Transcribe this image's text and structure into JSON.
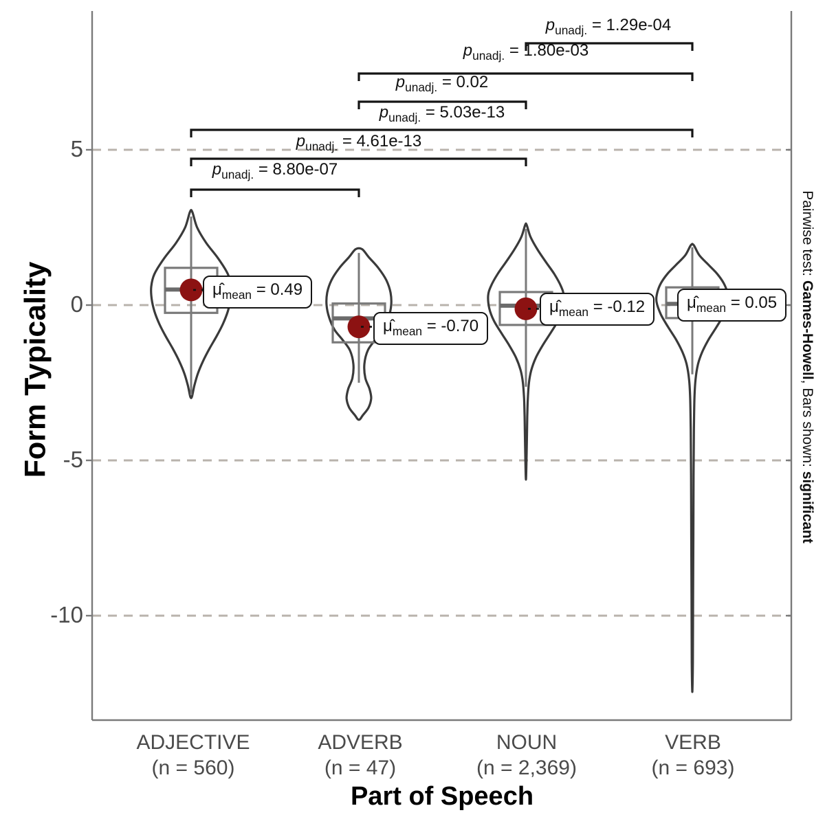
{
  "figure": {
    "y_axis": {
      "title": "Form Typicality",
      "ticks": [
        "5",
        "0",
        "-5",
        "-10"
      ]
    },
    "x_axis": {
      "title": "Part of Speech"
    },
    "caption": {
      "part1": "Pairwise test: ",
      "test": "Games-Howell",
      "part2": ", Bars shown: ",
      "emph": "significant"
    },
    "stats": {
      "p_letter": "p",
      "p_sub": "unadj.",
      "mu": "μ̂",
      "mean_sub": "mean"
    }
  },
  "colors": {
    "mean_point": "#8c1212",
    "violin_outline": "#3a3a3a",
    "box": "#7a7a7a",
    "median": "#6b6b6b",
    "bracket": "#141414",
    "grid": "#b9b3ac",
    "axis": "#7a7a7a",
    "tick_text": "#4a4a4a"
  },
  "chart_data": {
    "type": "violin",
    "subtype": "violin+box+mean (ggstatsplot ggbetweenstats style)",
    "title": "",
    "xlabel": "Part of Speech",
    "ylabel": "Form Typicality",
    "yticks": [
      5,
      0,
      -5,
      -10
    ],
    "ylim": [
      -13.4,
      9.5
    ],
    "grid": "dashed horizontal gridlines at yticks",
    "legend_position": "none",
    "caption_text": "Pairwise test: Games-Howell, Bars shown: significant",
    "groups": [
      {
        "label": "ADJECTIVE",
        "n": 560,
        "n_label": "(n = 560)",
        "mean": 0.49,
        "mean_text": " = 0.49",
        "median": 0.5,
        "q1": -0.25,
        "q3": 1.2,
        "whisker_low": -2.9,
        "whisker_high": 2.85,
        "violin_min": -2.95,
        "violin_max": 3.0,
        "profile": [
          [
            3.0,
            0.03
          ],
          [
            2.5,
            0.15
          ],
          [
            2.0,
            0.38
          ],
          [
            1.5,
            0.68
          ],
          [
            1.0,
            0.92
          ],
          [
            0.6,
            1.0
          ],
          [
            0.2,
            0.99
          ],
          [
            -0.2,
            0.92
          ],
          [
            -0.6,
            0.8
          ],
          [
            -1.0,
            0.64
          ],
          [
            -1.4,
            0.46
          ],
          [
            -1.8,
            0.3
          ],
          [
            -2.2,
            0.17
          ],
          [
            -2.6,
            0.08
          ],
          [
            -2.95,
            0.02
          ]
        ]
      },
      {
        "label": "ADVERB",
        "n": 47,
        "n_label": "(n = 47)",
        "mean": -0.7,
        "mean_text": " = -0.70",
        "median": -0.43,
        "q1": -1.2,
        "q3": 0.05,
        "whisker_low": -2.5,
        "whisker_high": 1.68,
        "violin_min": -3.68,
        "violin_max": 1.8,
        "profile": [
          [
            1.8,
            0.1
          ],
          [
            1.55,
            0.3
          ],
          [
            1.2,
            0.6
          ],
          [
            0.8,
            0.85
          ],
          [
            0.4,
            0.98
          ],
          [
            0.0,
            1.0
          ],
          [
            -0.4,
            0.92
          ],
          [
            -0.8,
            0.75
          ],
          [
            -1.1,
            0.52
          ],
          [
            -1.45,
            0.28
          ],
          [
            -1.9,
            0.17
          ],
          [
            -2.35,
            0.2
          ],
          [
            -2.7,
            0.33
          ],
          [
            -3.0,
            0.38
          ],
          [
            -3.3,
            0.3
          ],
          [
            -3.55,
            0.12
          ],
          [
            -3.68,
            0.03
          ]
        ]
      },
      {
        "label": "NOUN",
        "n": 2369,
        "n_label": "(n = 2,369)",
        "mean": -0.12,
        "mean_text": " = -0.12",
        "median": -0.02,
        "q1": -0.64,
        "q3": 0.42,
        "whisker_low": -2.63,
        "whisker_high": 2.45,
        "violin_min": -5.55,
        "violin_max": 2.58,
        "profile": [
          [
            2.58,
            0.02
          ],
          [
            2.2,
            0.12
          ],
          [
            1.8,
            0.3
          ],
          [
            1.4,
            0.52
          ],
          [
            1.0,
            0.75
          ],
          [
            0.6,
            0.93
          ],
          [
            0.3,
            1.0
          ],
          [
            -0.1,
            0.97
          ],
          [
            -0.5,
            0.85
          ],
          [
            -0.9,
            0.65
          ],
          [
            -1.3,
            0.44
          ],
          [
            -1.7,
            0.26
          ],
          [
            -2.1,
            0.14
          ],
          [
            -2.5,
            0.08
          ],
          [
            -3.0,
            0.05
          ],
          [
            -3.6,
            0.035
          ],
          [
            -4.3,
            0.025
          ],
          [
            -5.0,
            0.015
          ],
          [
            -5.55,
            0.004
          ]
        ]
      },
      {
        "label": "VERB",
        "n": 693,
        "n_label": "(n = 693)",
        "mean": 0.05,
        "mean_text": " = 0.05",
        "median": 0.04,
        "q1": -0.42,
        "q3": 0.57,
        "whisker_low": -2.23,
        "whisker_high": 1.86,
        "violin_min": -12.35,
        "violin_max": 1.93,
        "profile": [
          [
            1.93,
            0.04
          ],
          [
            1.6,
            0.2
          ],
          [
            1.3,
            0.45
          ],
          [
            1.0,
            0.7
          ],
          [
            0.7,
            0.88
          ],
          [
            0.4,
            0.98
          ],
          [
            0.1,
            1.0
          ],
          [
            -0.3,
            0.88
          ],
          [
            -0.7,
            0.68
          ],
          [
            -1.1,
            0.46
          ],
          [
            -1.5,
            0.28
          ],
          [
            -1.9,
            0.16
          ],
          [
            -2.4,
            0.09
          ],
          [
            -3.0,
            0.06
          ],
          [
            -4.0,
            0.045
          ],
          [
            -5.5,
            0.035
          ],
          [
            -7.5,
            0.028
          ],
          [
            -9.5,
            0.022
          ],
          [
            -11.5,
            0.015
          ],
          [
            -12.35,
            0.004
          ]
        ]
      }
    ],
    "comparisons": [
      {
        "groups": [
          "NOUN",
          "VERB"
        ],
        "p": "1.29e-04",
        "p_text": " = 1.29e-04"
      },
      {
        "groups": [
          "ADVERB",
          "VERB"
        ],
        "p": "1.80e-03",
        "p_text": " = 1.80e-03"
      },
      {
        "groups": [
          "ADVERB",
          "NOUN"
        ],
        "p": "0.02",
        "p_text": " = 0.02"
      },
      {
        "groups": [
          "ADJECTIVE",
          "VERB"
        ],
        "p": "5.03e-13",
        "p_text": " = 5.03e-13"
      },
      {
        "groups": [
          "ADJECTIVE",
          "NOUN"
        ],
        "p": "4.61e-13",
        "p_text": " = 4.61e-13"
      },
      {
        "groups": [
          "ADJECTIVE",
          "ADVERB"
        ],
        "p": "8.80e-07",
        "p_text": " = 8.80e-07"
      }
    ]
  }
}
